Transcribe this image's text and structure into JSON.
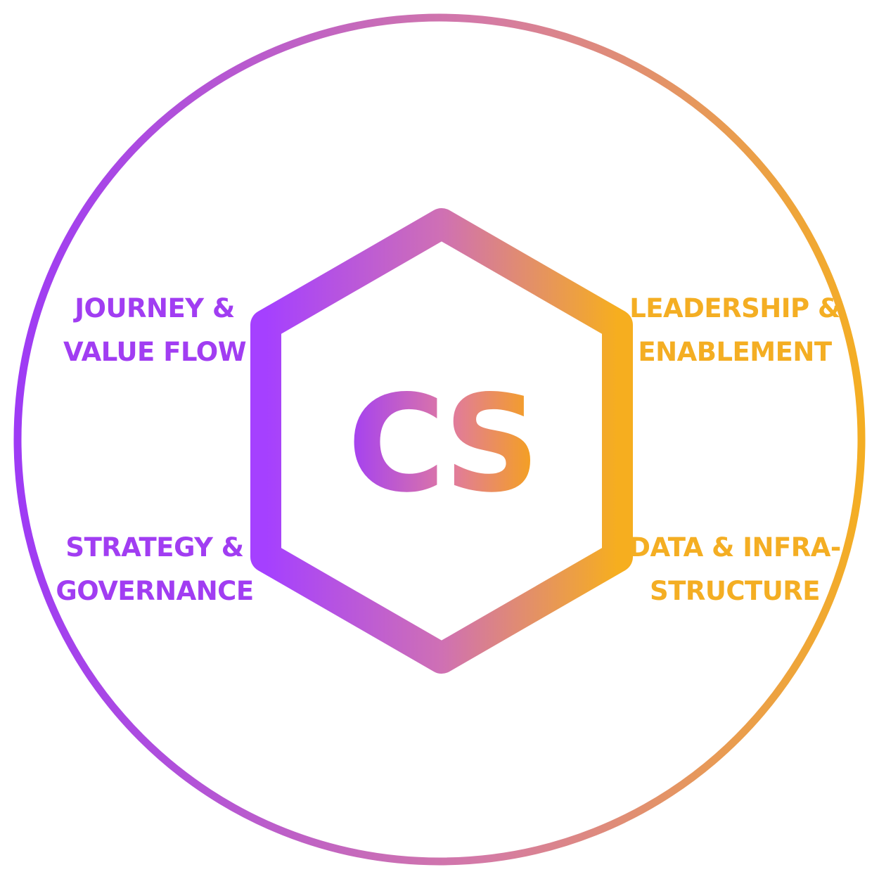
{
  "logo": {
    "monogram": "CS"
  },
  "quadrants": {
    "top_left": {
      "line1": "JOURNEY &",
      "line2": "VALUE FLOW"
    },
    "top_right": {
      "line1": "LEADERSHIP &",
      "line2": "ENABLEMENT"
    },
    "bottom_left": {
      "line1": "STRATEGY &",
      "line2": "GOVERNANCE"
    },
    "bottom_right": {
      "line1": "DATA & INFRA-",
      "line2": "STRUCTURE"
    }
  },
  "colors": {
    "purple": "#a13df2",
    "pink": "#d47aa6",
    "orange": "#f4ae23"
  }
}
